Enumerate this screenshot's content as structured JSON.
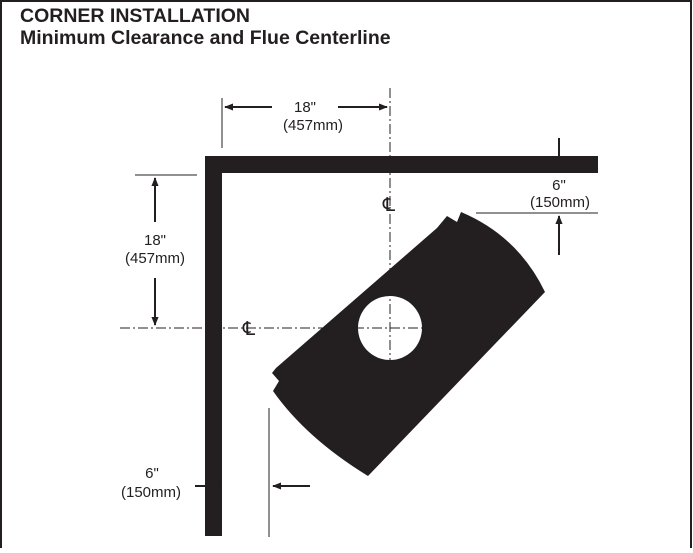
{
  "header": {
    "title": "CORNER INSTALLATION",
    "subtitle": "Minimum Clearance and Flue Centerline"
  },
  "dimensions": {
    "top_width": {
      "imperial": "18\"",
      "metric": "(457mm)"
    },
    "left_height": {
      "imperial": "18\"",
      "metric": "(457mm)"
    },
    "back_clearance": {
      "imperial": "6\"",
      "metric": "(150mm)"
    },
    "side_clearance": {
      "imperial": "6\"",
      "metric": "(150mm)"
    }
  },
  "symbols": {
    "centerline": "℄"
  },
  "colors": {
    "ink": "#231f20",
    "background": "#ffffff"
  }
}
